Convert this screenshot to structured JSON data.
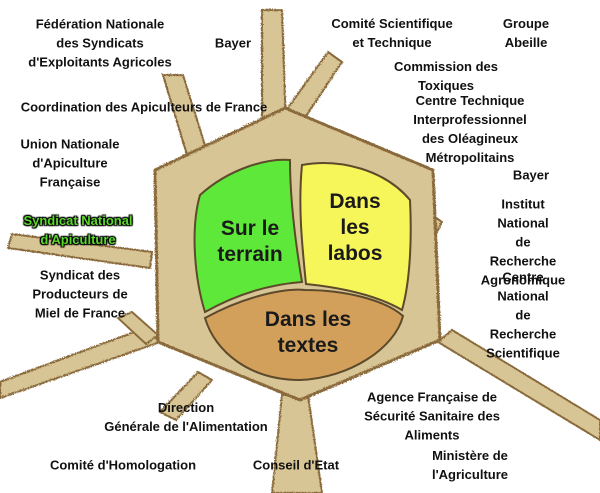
{
  "diagram": {
    "zones": {
      "terrain": {
        "label": "Sur le\nterrain",
        "color": "#5ee83a"
      },
      "labos": {
        "label": "Dans\nles\nlabos",
        "color": "#f6f55a"
      },
      "textes": {
        "label": "Dans les\ntextes",
        "color": "#d2a05a"
      }
    },
    "comb_colors": {
      "fill": "#d8c596",
      "edge": "#8a6a3a"
    },
    "highlight_color": "#5ad92c",
    "organizations": [
      {
        "id": "fnsea",
        "text": "Fédération Nationale\ndes Syndicats\nd'Exploitants Agricoles"
      },
      {
        "id": "bayer-1",
        "text": "Bayer"
      },
      {
        "id": "comite-scientifique",
        "text": "Comité Scientifique\net Technique"
      },
      {
        "id": "groupe-abeille",
        "text": "Groupe Abeille"
      },
      {
        "id": "commission-toxiques",
        "text": "Commission des Toxiques"
      },
      {
        "id": "coordination-apiculteurs",
        "text": "Coordination des Apiculteurs de France"
      },
      {
        "id": "cetiom",
        "text": "Centre Technique Interprofessionnel\ndes Oléagineux Métropolitains"
      },
      {
        "id": "unaf",
        "text": "Union Nationale\nd'Apiculture\nFrançaise"
      },
      {
        "id": "bayer-2",
        "text": "Bayer"
      },
      {
        "id": "snapi",
        "text": "Syndicat National\nd'Apiculture",
        "highlight": true
      },
      {
        "id": "inra",
        "text": "Institut National\nde Recherche\nAgronomique"
      },
      {
        "id": "spmf",
        "text": "Syndicat des\nProducteurs de\nMiel de France"
      },
      {
        "id": "cnrs",
        "text": "Centre National\nde Recherche\nScientifique"
      },
      {
        "id": "dgal",
        "text": "Direction\nGénérale de l'Alimentation"
      },
      {
        "id": "afssa",
        "text": "Agence Française de\nSécurité Sanitaire des Aliments"
      },
      {
        "id": "comite-homologation",
        "text": "Comité d'Homologation"
      },
      {
        "id": "conseil-etat",
        "text": "Conseil d'Etat"
      },
      {
        "id": "ministere-agriculture",
        "text": "Ministère de l'Agriculture"
      }
    ]
  }
}
